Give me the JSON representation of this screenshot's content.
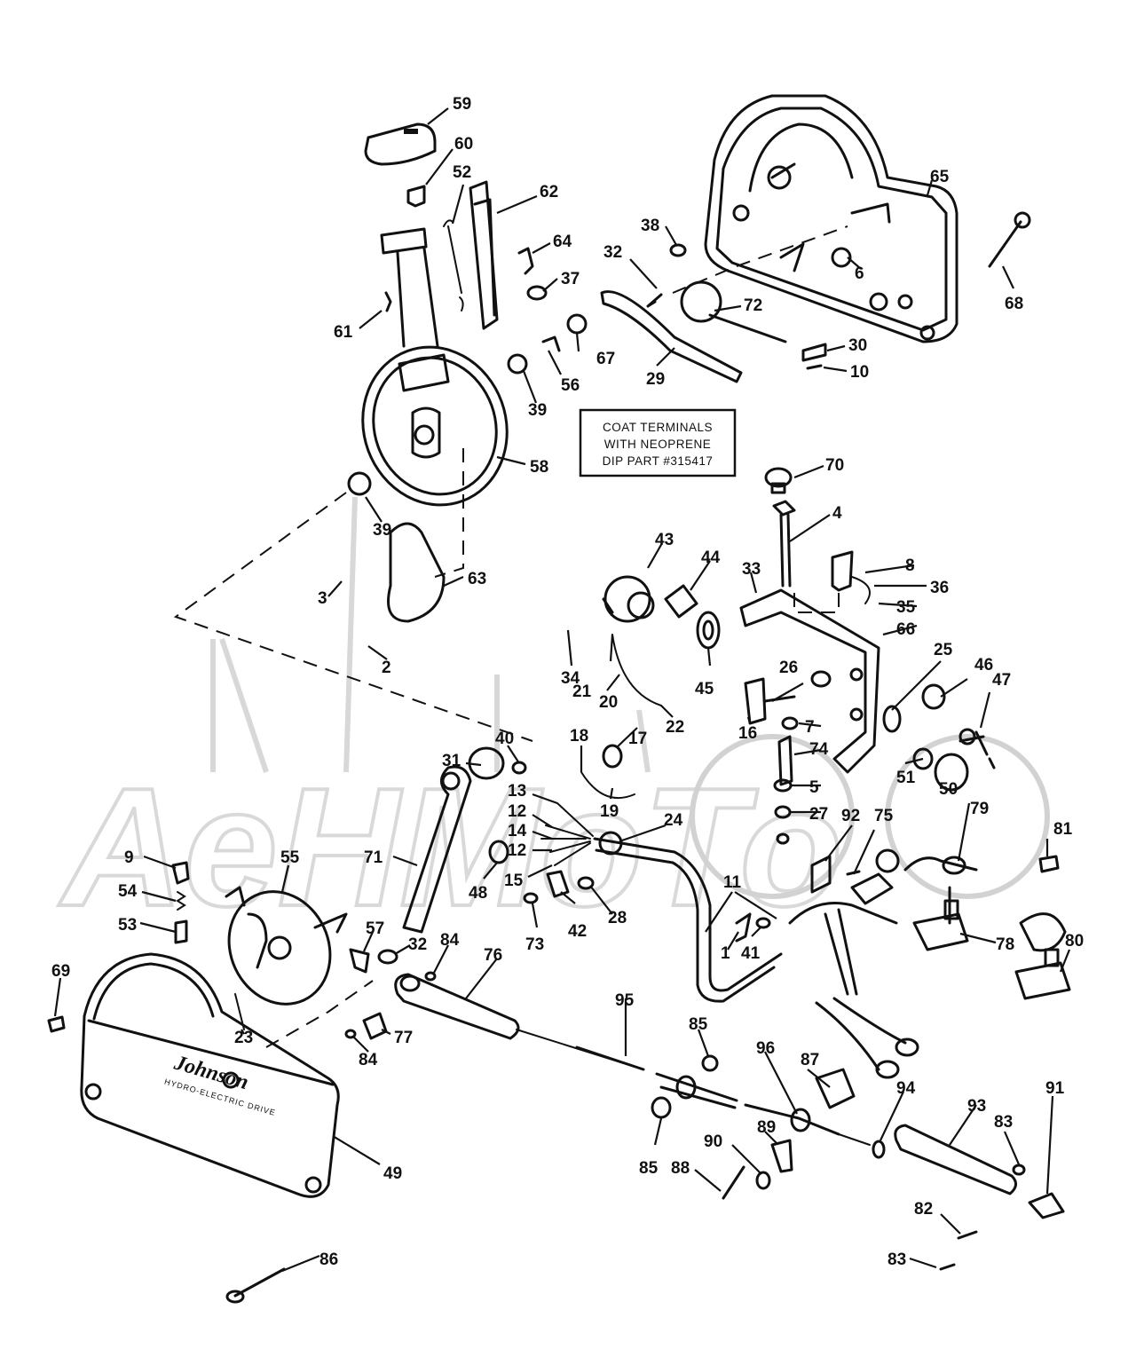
{
  "watermark": {
    "text": "AeHMoTo"
  },
  "note": {
    "lines": [
      "COAT TERMINALS",
      "WITH NEOPRENE",
      "DIP PART #315417"
    ]
  },
  "cover_brand": {
    "name": "Johnson",
    "tagline": "HYDRO-ELECTRIC DRIVE"
  },
  "callouts": [
    {
      "id": "59",
      "label": "59"
    },
    {
      "id": "60",
      "label": "60"
    },
    {
      "id": "52",
      "label": "52"
    },
    {
      "id": "62",
      "label": "62"
    },
    {
      "id": "64",
      "label": "64"
    },
    {
      "id": "37",
      "label": "37"
    },
    {
      "id": "61",
      "label": "61"
    },
    {
      "id": "67",
      "label": "67"
    },
    {
      "id": "56",
      "label": "56"
    },
    {
      "id": "39a",
      "label": "39"
    },
    {
      "id": "58",
      "label": "58"
    },
    {
      "id": "39b",
      "label": "39"
    },
    {
      "id": "63",
      "label": "63"
    },
    {
      "id": "3",
      "label": "3"
    },
    {
      "id": "2",
      "label": "2"
    },
    {
      "id": "65",
      "label": "65"
    },
    {
      "id": "38",
      "label": "38"
    },
    {
      "id": "6",
      "label": "6"
    },
    {
      "id": "68",
      "label": "68"
    },
    {
      "id": "32a",
      "label": "32"
    },
    {
      "id": "72",
      "label": "72"
    },
    {
      "id": "30",
      "label": "30"
    },
    {
      "id": "10",
      "label": "10"
    },
    {
      "id": "29",
      "label": "29"
    },
    {
      "id": "70",
      "label": "70"
    },
    {
      "id": "4",
      "label": "4"
    },
    {
      "id": "43",
      "label": "43"
    },
    {
      "id": "44",
      "label": "44"
    },
    {
      "id": "33",
      "label": "33"
    },
    {
      "id": "8",
      "label": "8"
    },
    {
      "id": "36",
      "label": "36"
    },
    {
      "id": "35",
      "label": "35"
    },
    {
      "id": "66",
      "label": "66"
    },
    {
      "id": "45",
      "label": "45"
    },
    {
      "id": "34",
      "label": "34"
    },
    {
      "id": "21",
      "label": "21"
    },
    {
      "id": "20",
      "label": "20"
    },
    {
      "id": "22",
      "label": "22"
    },
    {
      "id": "26",
      "label": "26"
    },
    {
      "id": "25",
      "label": "25"
    },
    {
      "id": "46",
      "label": "46"
    },
    {
      "id": "47",
      "label": "47"
    },
    {
      "id": "16",
      "label": "16"
    },
    {
      "id": "7",
      "label": "7"
    },
    {
      "id": "74",
      "label": "74"
    },
    {
      "id": "5",
      "label": "5"
    },
    {
      "id": "27",
      "label": "27"
    },
    {
      "id": "51",
      "label": "51"
    },
    {
      "id": "50",
      "label": "50"
    },
    {
      "id": "17",
      "label": "17"
    },
    {
      "id": "18",
      "label": "18"
    },
    {
      "id": "19",
      "label": "19"
    },
    {
      "id": "40",
      "label": "40"
    },
    {
      "id": "31",
      "label": "31"
    },
    {
      "id": "13",
      "label": "13"
    },
    {
      "id": "12a",
      "label": "12"
    },
    {
      "id": "14",
      "label": "14"
    },
    {
      "id": "12b",
      "label": "12"
    },
    {
      "id": "24",
      "label": "24"
    },
    {
      "id": "15",
      "label": "15"
    },
    {
      "id": "48",
      "label": "48"
    },
    {
      "id": "71",
      "label": "71"
    },
    {
      "id": "42",
      "label": "42"
    },
    {
      "id": "28",
      "label": "28"
    },
    {
      "id": "73",
      "label": "73"
    },
    {
      "id": "11",
      "label": "11"
    },
    {
      "id": "1",
      "label": "1"
    },
    {
      "id": "41",
      "label": "41"
    },
    {
      "id": "92",
      "label": "92"
    },
    {
      "id": "75",
      "label": "75"
    },
    {
      "id": "79",
      "label": "79"
    },
    {
      "id": "81",
      "label": "81"
    },
    {
      "id": "78",
      "label": "78"
    },
    {
      "id": "80",
      "label": "80"
    },
    {
      "id": "9",
      "label": "9"
    },
    {
      "id": "54",
      "label": "54"
    },
    {
      "id": "53",
      "label": "53"
    },
    {
      "id": "55",
      "label": "55"
    },
    {
      "id": "57",
      "label": "57"
    },
    {
      "id": "32b",
      "label": "32"
    },
    {
      "id": "84a",
      "label": "84"
    },
    {
      "id": "76",
      "label": "76"
    },
    {
      "id": "69",
      "label": "69"
    },
    {
      "id": "23",
      "label": "23"
    },
    {
      "id": "77",
      "label": "77"
    },
    {
      "id": "84b",
      "label": "84"
    },
    {
      "id": "95",
      "label": "95"
    },
    {
      "id": "85a",
      "label": "85"
    },
    {
      "id": "96",
      "label": "96"
    },
    {
      "id": "87",
      "label": "87"
    },
    {
      "id": "94",
      "label": "94"
    },
    {
      "id": "93",
      "label": "93"
    },
    {
      "id": "83a",
      "label": "83"
    },
    {
      "id": "91",
      "label": "91"
    },
    {
      "id": "89",
      "label": "89"
    },
    {
      "id": "90",
      "label": "90"
    },
    {
      "id": "85b",
      "label": "85"
    },
    {
      "id": "88",
      "label": "88"
    },
    {
      "id": "82",
      "label": "82"
    },
    {
      "id": "83b",
      "label": "83"
    },
    {
      "id": "49",
      "label": "49"
    },
    {
      "id": "86",
      "label": "86"
    }
  ]
}
